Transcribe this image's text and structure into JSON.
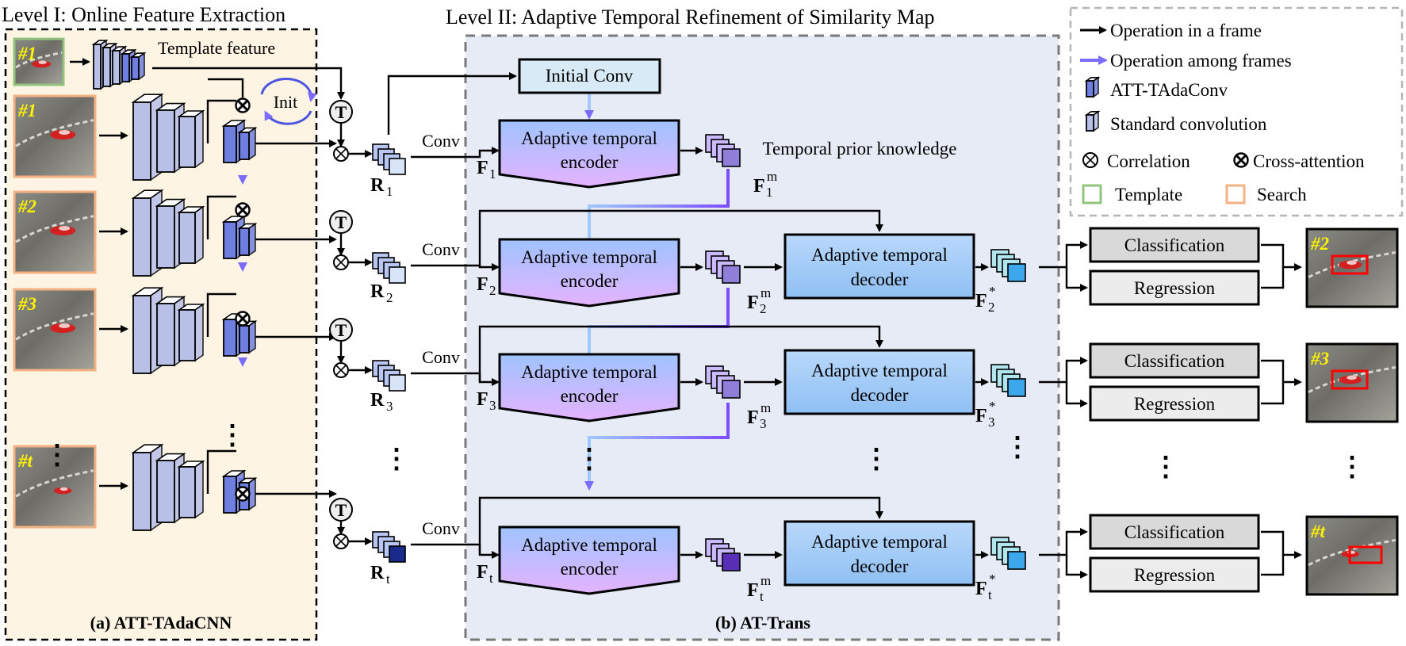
{
  "level1": {
    "title": "Level I: Online Feature Extraction",
    "caption": "(a) ATT-TAdaCNN",
    "template_feature_label": "Template feature",
    "init_label": "Init",
    "temporal_symbol": "T",
    "frame_tags": [
      "#1",
      "#1",
      "#2",
      "#3",
      "#t"
    ],
    "vertical_dots": "⋮"
  },
  "level2": {
    "title": "Level II: Adaptive Temporal Refinement of Similarity Map",
    "caption": "(b) AT-Trans",
    "initial_conv": "Initial Conv",
    "conv_label": "Conv",
    "encoder_line1": "Adaptive temporal",
    "encoder_line2": "encoder",
    "decoder_line1": "Adaptive temporal",
    "decoder_line2": "decoder",
    "prior_knowledge": "Temporal prior knowledge",
    "R_symbol": "R",
    "F_symbol": "F",
    "m_sup": "m",
    "star_sup": "*",
    "subscripts": [
      "1",
      "2",
      "3",
      "t"
    ]
  },
  "heads": {
    "classification": "Classification",
    "regression": "Regression",
    "result_tags": [
      "#2",
      "#3",
      "#t"
    ]
  },
  "legend": {
    "op_in_frame": "Operation in a frame",
    "op_among_frames": "Operation among frames",
    "att_tadaconv": "ATT-TAdaConv",
    "standard_conv": "Standard convolution",
    "correlation": "Correlation",
    "cross_attention": "Cross-attention",
    "template": "Template",
    "search": "Search"
  },
  "colors": {
    "level1_bg": "#fdf4e4",
    "level2_bg": "#e6ebf5",
    "template_border": "#92c47d",
    "search_border": "#f4b183",
    "tada_blue": "#6f7fe0",
    "std_conv": "#b8c0e8",
    "encoder_top": "#9fc3ff",
    "encoder_bottom": "#e5b3ff",
    "decoder": "#a9cff7",
    "head_fill": "#d9d9d9",
    "bbox_red": "#ff0000"
  }
}
